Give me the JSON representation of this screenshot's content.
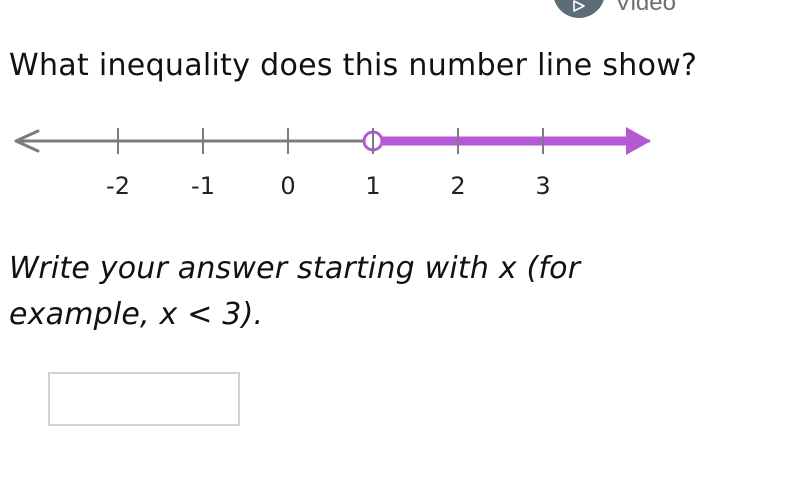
{
  "header": {
    "video_label": "Video",
    "video_icon": "play-icon"
  },
  "question": {
    "text": "What inequality does this number line show?"
  },
  "number_line": {
    "ticks": [
      "-2",
      "-1",
      "0",
      "1",
      "2",
      "3"
    ],
    "open_circle_at": 1,
    "shaded_direction": "right",
    "base_color": "#7c7c7c",
    "highlight_color": "#b35ad4"
  },
  "instructions": {
    "line1": "Write your answer starting with x (for",
    "line2": "example, x < 3)."
  },
  "answer": {
    "value": ""
  }
}
